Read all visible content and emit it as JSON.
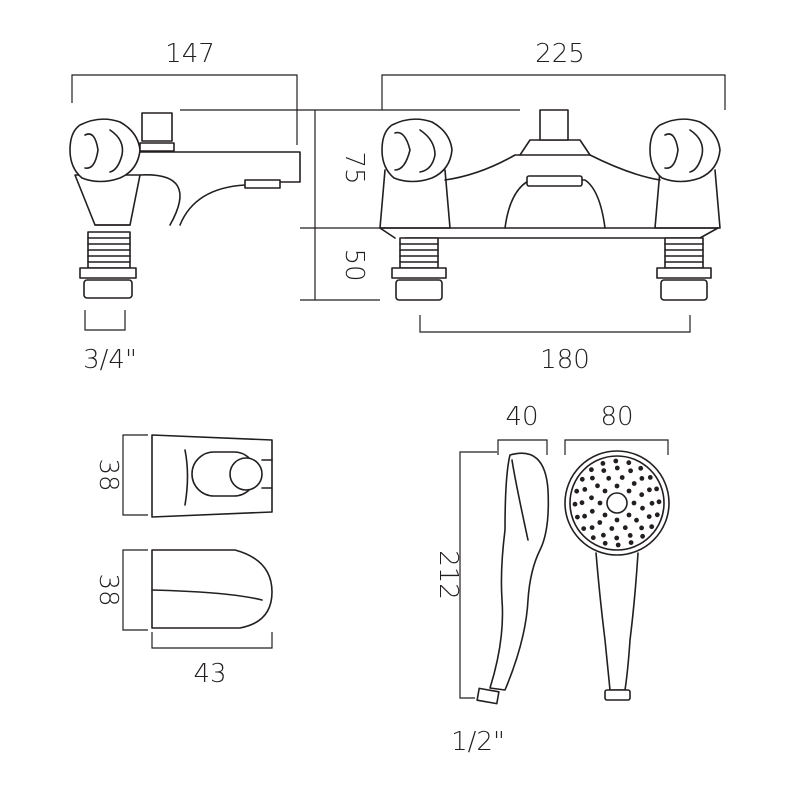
{
  "dimensions": {
    "mixer_side_width": "147",
    "mixer_front_width": "225",
    "mixer_height_above_deck": "75",
    "mixer_height_below_deck": "50",
    "tail_thread_size": "3/4\"",
    "tap_centres": "180",
    "wall_bracket_height": "38",
    "cradle_height": "38",
    "cradle_width": "43",
    "handset_depth": "40",
    "handset_head_diameter": "80",
    "handset_length": "212",
    "hose_thread_size": "1/2\""
  },
  "colors": {
    "line": "#231f20",
    "background": "#ffffff"
  }
}
